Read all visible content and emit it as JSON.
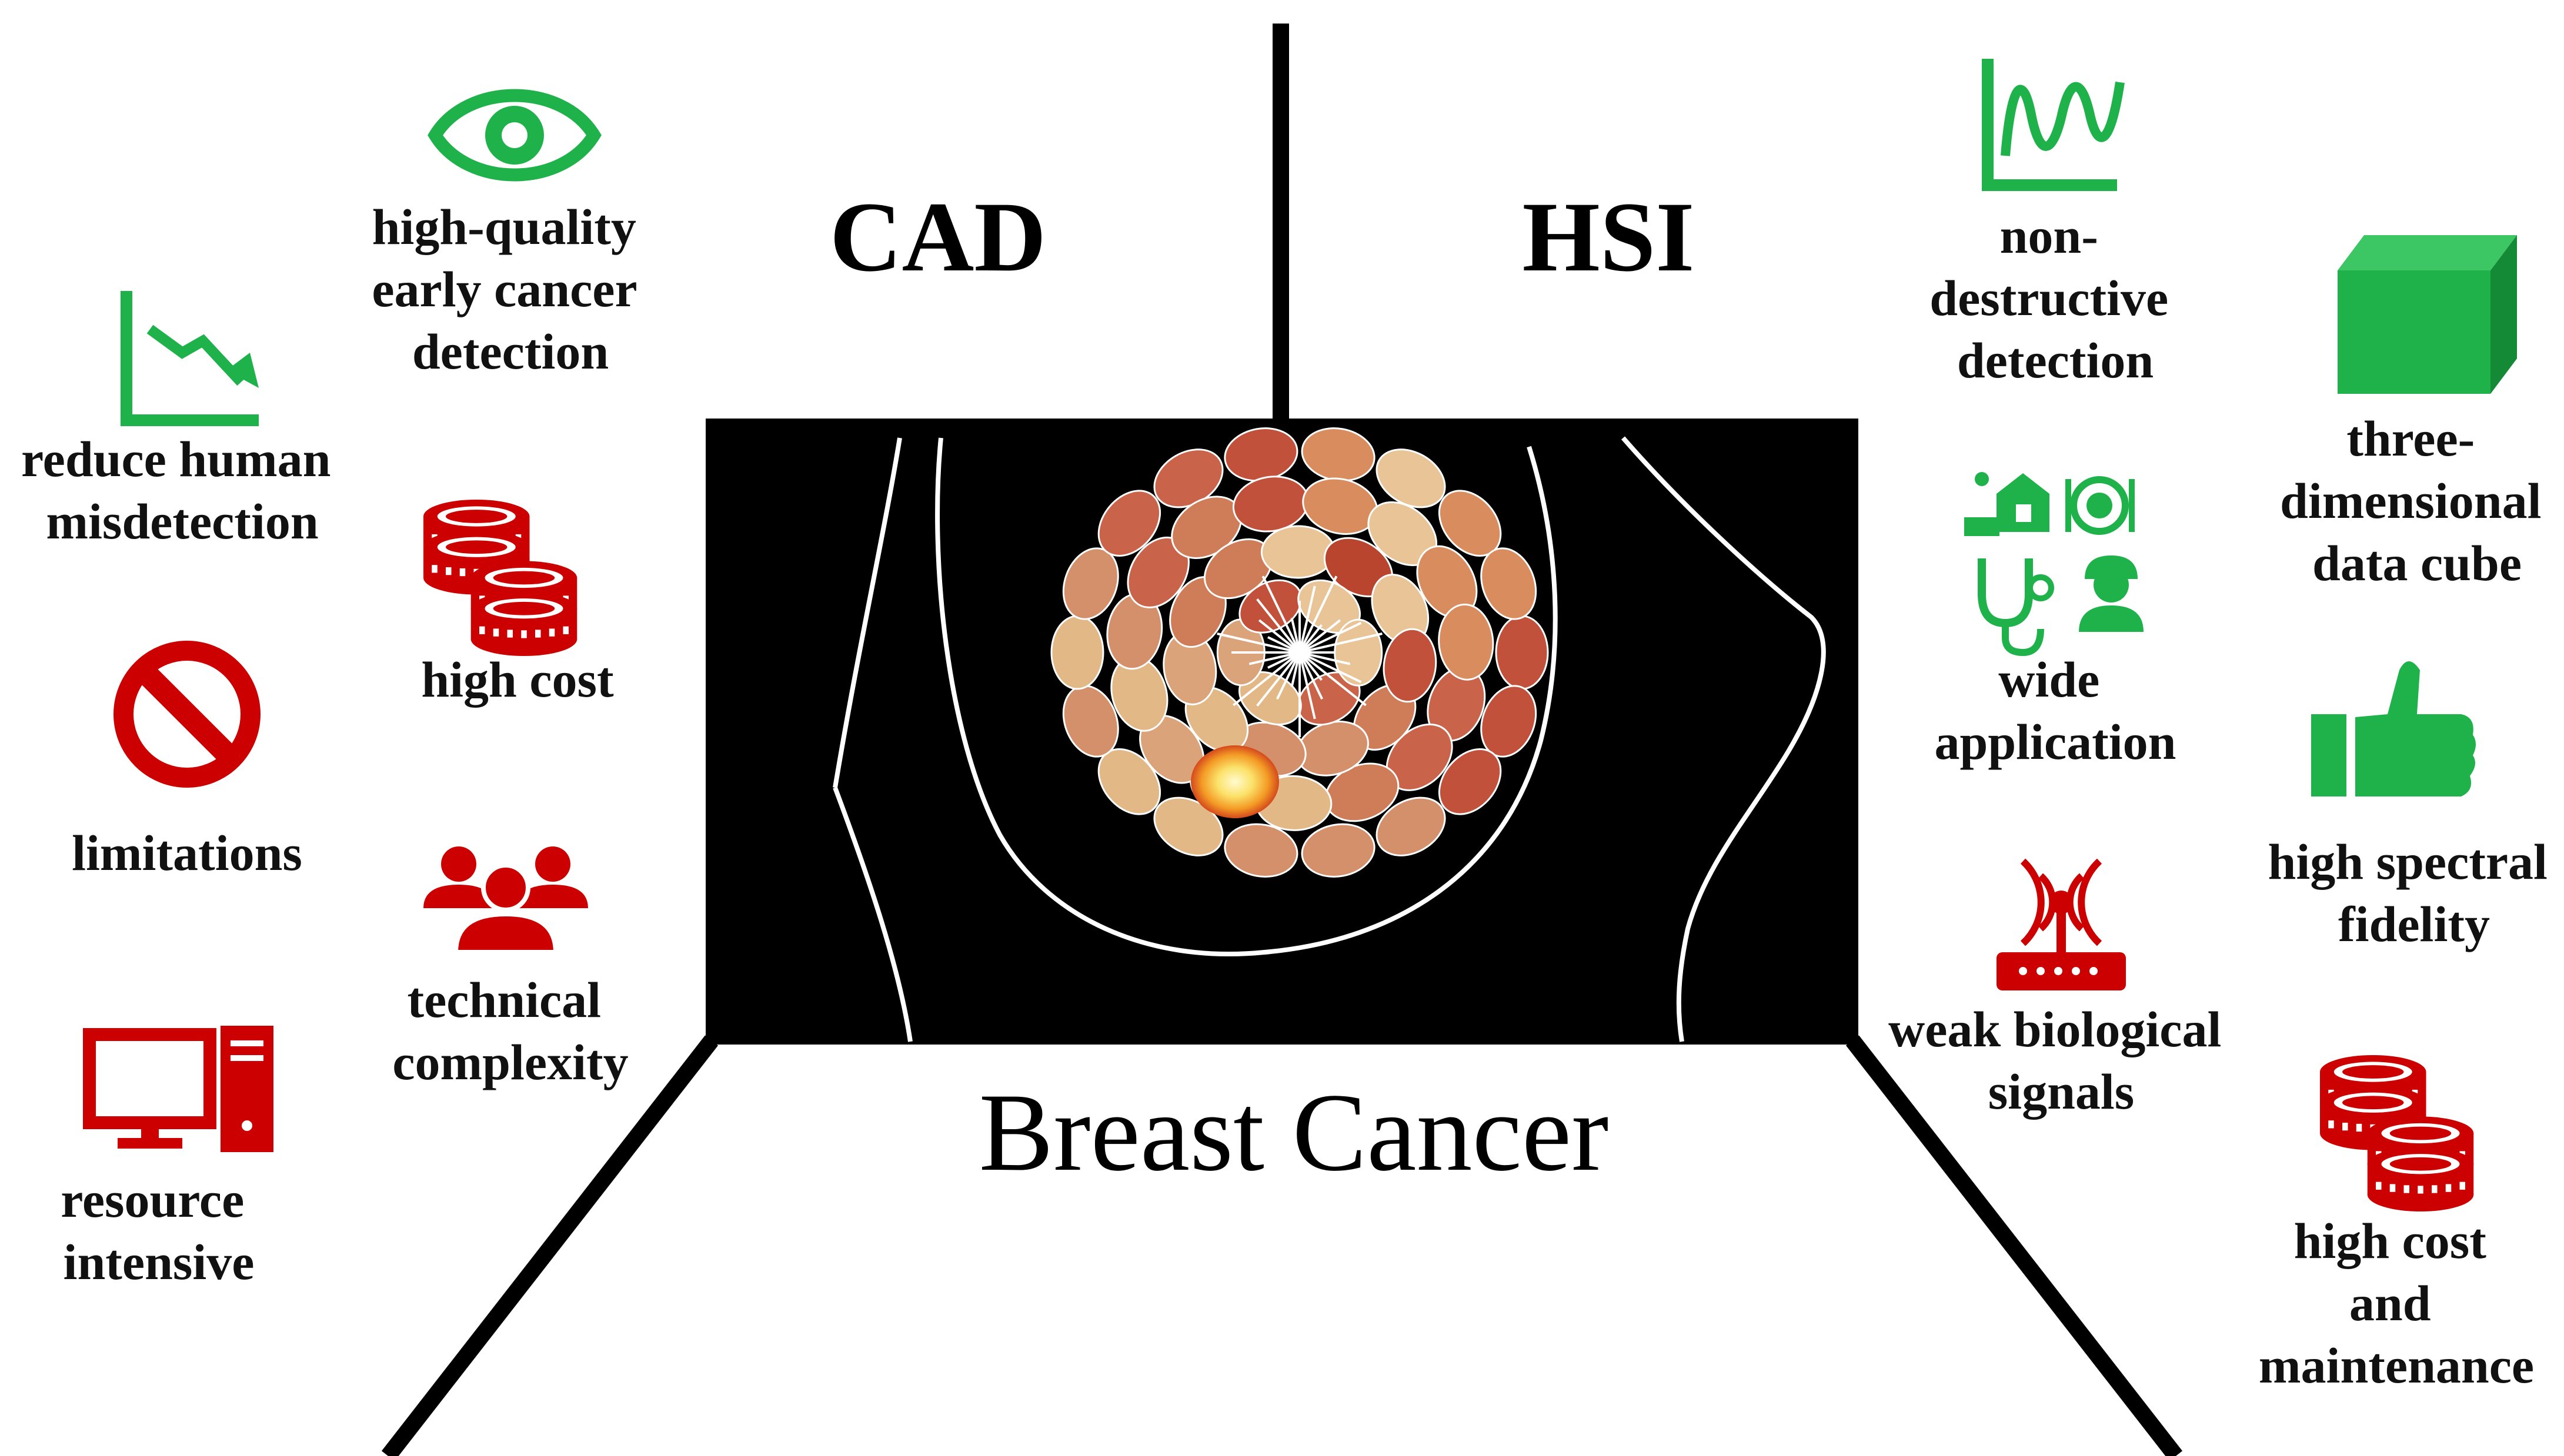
{
  "colors": {
    "pro": "#1fb24a",
    "con": "#cc0000",
    "panel": "#000000",
    "outline": "#ffffff"
  },
  "center": {
    "title": "Breast Cancer",
    "left_heading": "CAD",
    "right_heading": "HSI"
  },
  "cad": {
    "pros": [
      {
        "icon": "eye-icon",
        "lines": [
          "high-quality",
          "early cancer",
          "detection"
        ]
      },
      {
        "icon": "downtrend-chart-icon",
        "lines": [
          "reduce human",
          "misdetection"
        ]
      }
    ],
    "cons": [
      {
        "icon": "coins-icon",
        "lines": [
          "high cost"
        ]
      },
      {
        "icon": "prohibited-icon",
        "lines": [
          "limitations"
        ]
      },
      {
        "icon": "people-group-icon",
        "lines": [
          "technical",
          "complexity"
        ]
      },
      {
        "icon": "computer-icon",
        "lines": [
          "resource",
          "intensive"
        ]
      }
    ]
  },
  "hsi": {
    "pros": [
      {
        "icon": "spectrum-chart-icon",
        "lines": [
          "non-",
          "destructive",
          "detection"
        ]
      },
      {
        "icon": "cube-icon",
        "lines": [
          "three-",
          "dimensional",
          "data cube"
        ]
      },
      {
        "icon": "application-grid-icon",
        "lines": [
          "wide",
          "application"
        ]
      },
      {
        "icon": "thumbs-up-icon",
        "lines": [
          "high spectral",
          "fidelity"
        ]
      }
    ],
    "cons": [
      {
        "icon": "wireless-router-icon",
        "lines": [
          "weak biological",
          "signals"
        ]
      },
      {
        "icon": "coins-icon",
        "lines": [
          "high cost",
          "and",
          "maintenance"
        ]
      }
    ]
  }
}
